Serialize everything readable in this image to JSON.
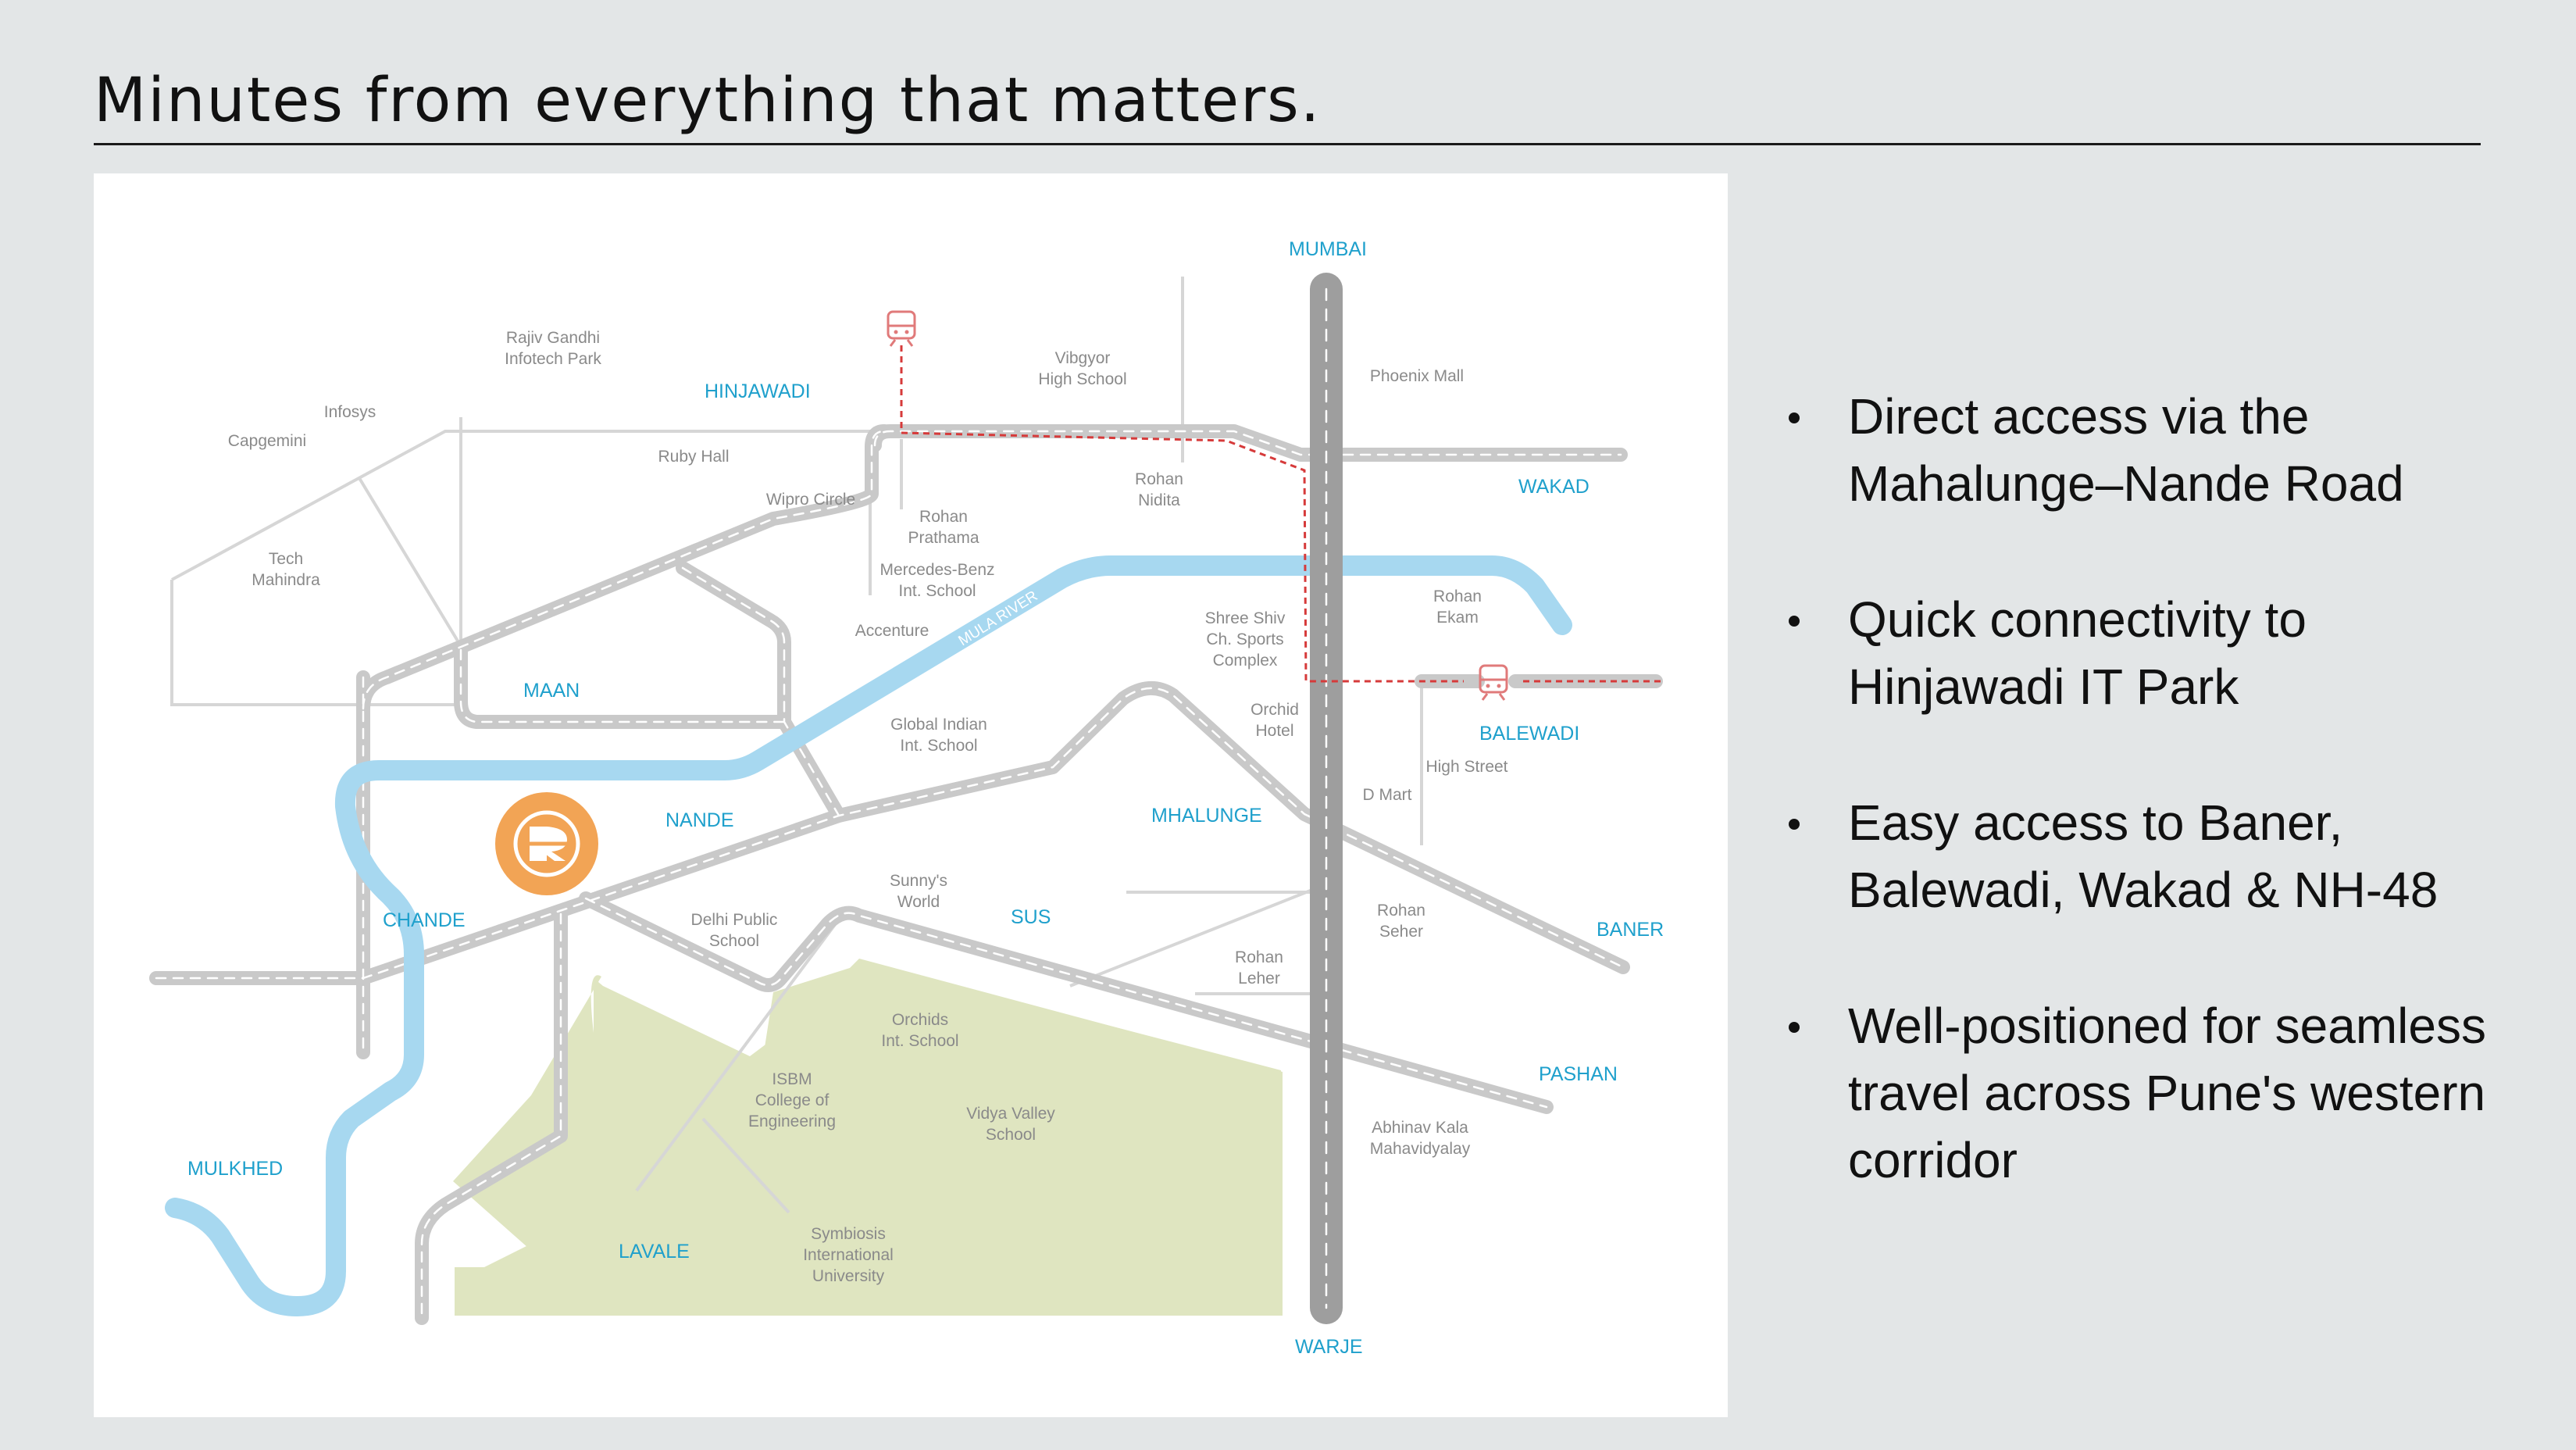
{
  "title": "Minutes from everything that matters.",
  "colors": {
    "background": "#e3e6e7",
    "map_background": "#ffffff",
    "road": "#c9c9c9",
    "highway": "#9e9e9e",
    "river": "#a7d8f0",
    "green_zone": "#dfe5c0",
    "area_label": "#1fa0cc",
    "metro_line": "#d63a3a",
    "location_marker": "#f2a455"
  },
  "map": {
    "areas": {
      "mumbai": "MUMBAI",
      "hinjawadi": "HINJAWADI",
      "wakad": "WAKAD",
      "maan": "MAAN",
      "balewadi": "BALEWADI",
      "nande": "NANDE",
      "mhalunge": "MHALUNGE",
      "chande": "CHANDE",
      "sus": "SUS",
      "baner": "BANER",
      "pashan": "PASHAN",
      "mulkhed": "MULKHED",
      "lavale": "LAVALE",
      "warje": "WARJE"
    },
    "rivers": {
      "upper": "MULA RIVER",
      "lower": "MULA RIVER"
    },
    "landmarks": {
      "rajiv_gandhi": [
        "Rajiv Gandhi",
        "Infotech Park"
      ],
      "infosys": [
        "Infosys"
      ],
      "capgemini": [
        "Capgemini"
      ],
      "tech_mahindra": [
        "Tech",
        "Mahindra"
      ],
      "ruby_hall": [
        "Ruby Hall"
      ],
      "wipro_circle": [
        "Wipro Circle"
      ],
      "vibgyor": [
        "Vibgyor",
        "High School"
      ],
      "phoenix_mall": [
        "Phoenix Mall"
      ],
      "rohan_prathama": [
        "Rohan",
        "Prathama"
      ],
      "rohan_nidita": [
        "Rohan",
        "Nidita"
      ],
      "mercedes_benz": [
        "Mercedes-Benz",
        "Int. School"
      ],
      "accenture": [
        "Accenture"
      ],
      "shree_shiv": [
        "Shree Shiv",
        "Ch. Sports",
        "Complex"
      ],
      "rohan_ekam": [
        "Rohan",
        "Ekam"
      ],
      "global_indian": [
        "Global Indian",
        "Int. School"
      ],
      "orchid_hotel": [
        "Orchid",
        "Hotel"
      ],
      "high_street": [
        "High Street"
      ],
      "d_mart": [
        "D Mart"
      ],
      "sunnys_world": [
        "Sunny's",
        "World"
      ],
      "delhi_public": [
        "Delhi Public",
        "School"
      ],
      "rohan_seher": [
        "Rohan",
        "Seher"
      ],
      "rohan_leher": [
        "Rohan",
        "Leher"
      ],
      "orchids_int": [
        "Orchids",
        "Int. School"
      ],
      "isbm": [
        "ISBM",
        "College of",
        "Engineering"
      ],
      "vidya_valley": [
        "Vidya Valley",
        "School"
      ],
      "abhinav_kala": [
        "Abhinav Kala",
        "Mahavidyalay"
      ],
      "symbiosis": [
        "Symbiosis",
        "International",
        "University"
      ]
    },
    "icons": [
      "metro-train-icon",
      "project-logo-icon"
    ]
  },
  "bullets": [
    [
      "Direct access via the",
      "Mahalunge–Nande Road"
    ],
    [
      "Quick connectivity to",
      "Hinjawadi IT Park"
    ],
    [
      "Easy access to Baner,",
      "Balewadi, Wakad & NH-48"
    ],
    [
      "Well-positioned for seamless",
      "travel across Pune's western",
      "corridor"
    ]
  ]
}
